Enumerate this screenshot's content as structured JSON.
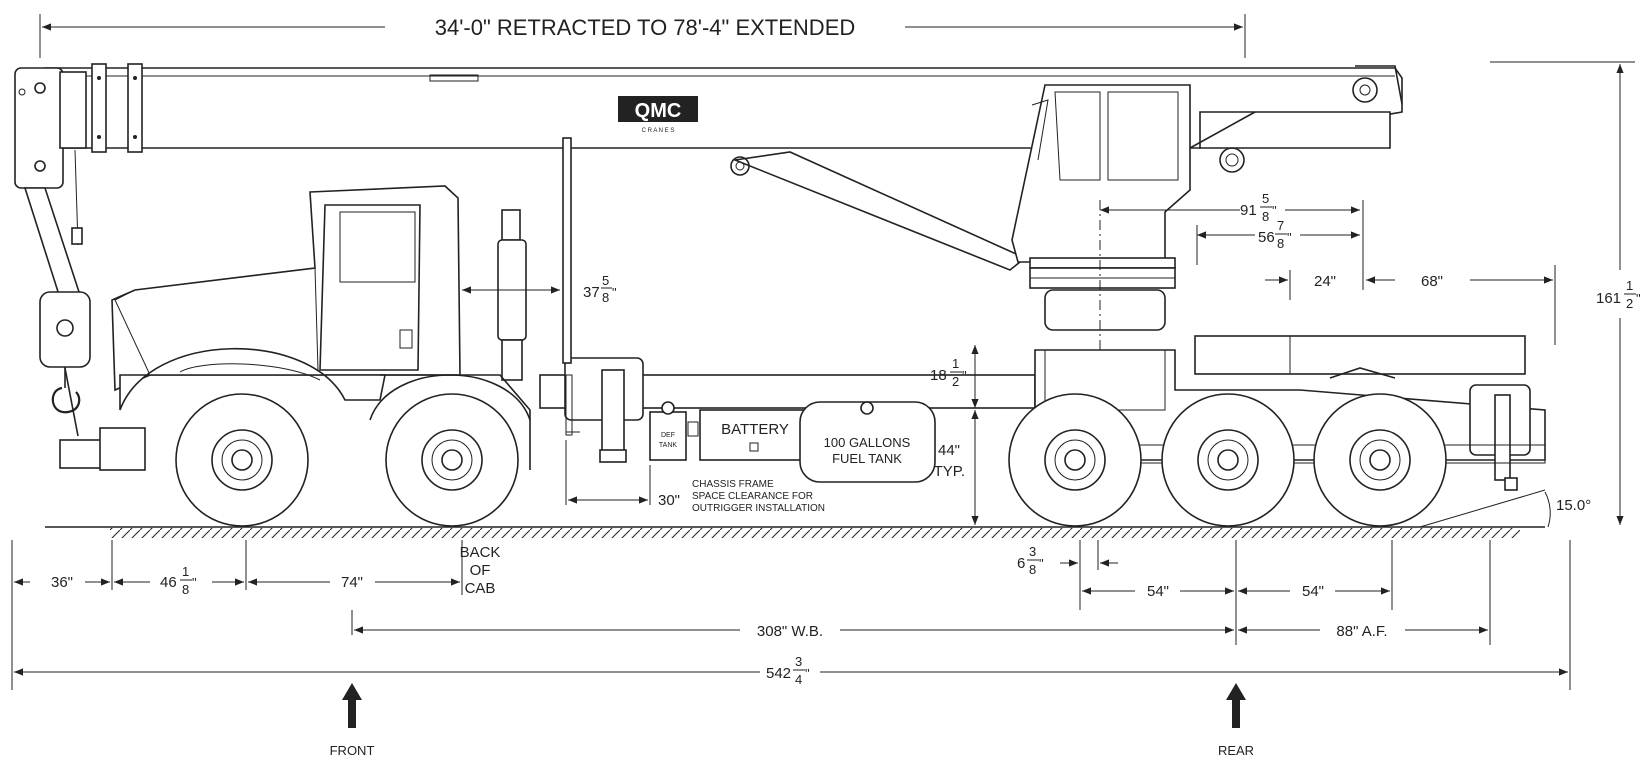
{
  "title_dimension": "34'-0\" RETRACTED TO 78'-4\" EXTENDED",
  "logo": {
    "text": "QMC",
    "subtext": "C R A N E S"
  },
  "labels": {
    "battery": "BATTERY",
    "def_tank": "DEF TANK",
    "fuel_tank": "100 GALLONS FUEL TANK",
    "chassis_note": "CHASSIS FRAME SPACE CLEARANCE FOR OUTRIGGER INSTALLATION",
    "back_of_cab": "BACK OF CAB",
    "front": "FRONT",
    "rear": "REAR",
    "typ": "TYP."
  },
  "dimensions": {
    "cab_to_mast": {
      "whole": "37",
      "num": "5",
      "den": "8",
      "unit": "\""
    },
    "frame_height": {
      "whole": "18",
      "num": "1",
      "den": "2",
      "unit": "\""
    },
    "deck_height": "44\"",
    "outrigger_space": "30\"",
    "upper_91": {
      "whole": "91",
      "num": "5",
      "den": "8",
      "unit": "\""
    },
    "upper_56": {
      "whole": "56",
      "num": "7",
      "den": "8",
      "unit": "\""
    },
    "d24": "24\"",
    "d68": "68\"",
    "overall_height": {
      "whole": "161",
      "num": "1",
      "den": "2",
      "unit": "\""
    },
    "angle": "15.0°",
    "front_overhang": "36\"",
    "bumper_to_axle": {
      "whole": "46",
      "num": "1",
      "den": "8",
      "unit": "\""
    },
    "axle_to_cab": "74\"",
    "tandem_gap": {
      "whole": "6",
      "num": "3",
      "den": "8",
      "unit": "\""
    },
    "axle_spacing_1": "54\"",
    "axle_spacing_2": "54\"",
    "wheelbase": "308\" W.B.",
    "after_frame": "88\" A.F.",
    "overall_length": {
      "whole": "542",
      "num": "3",
      "den": "4",
      "unit": "\""
    }
  }
}
